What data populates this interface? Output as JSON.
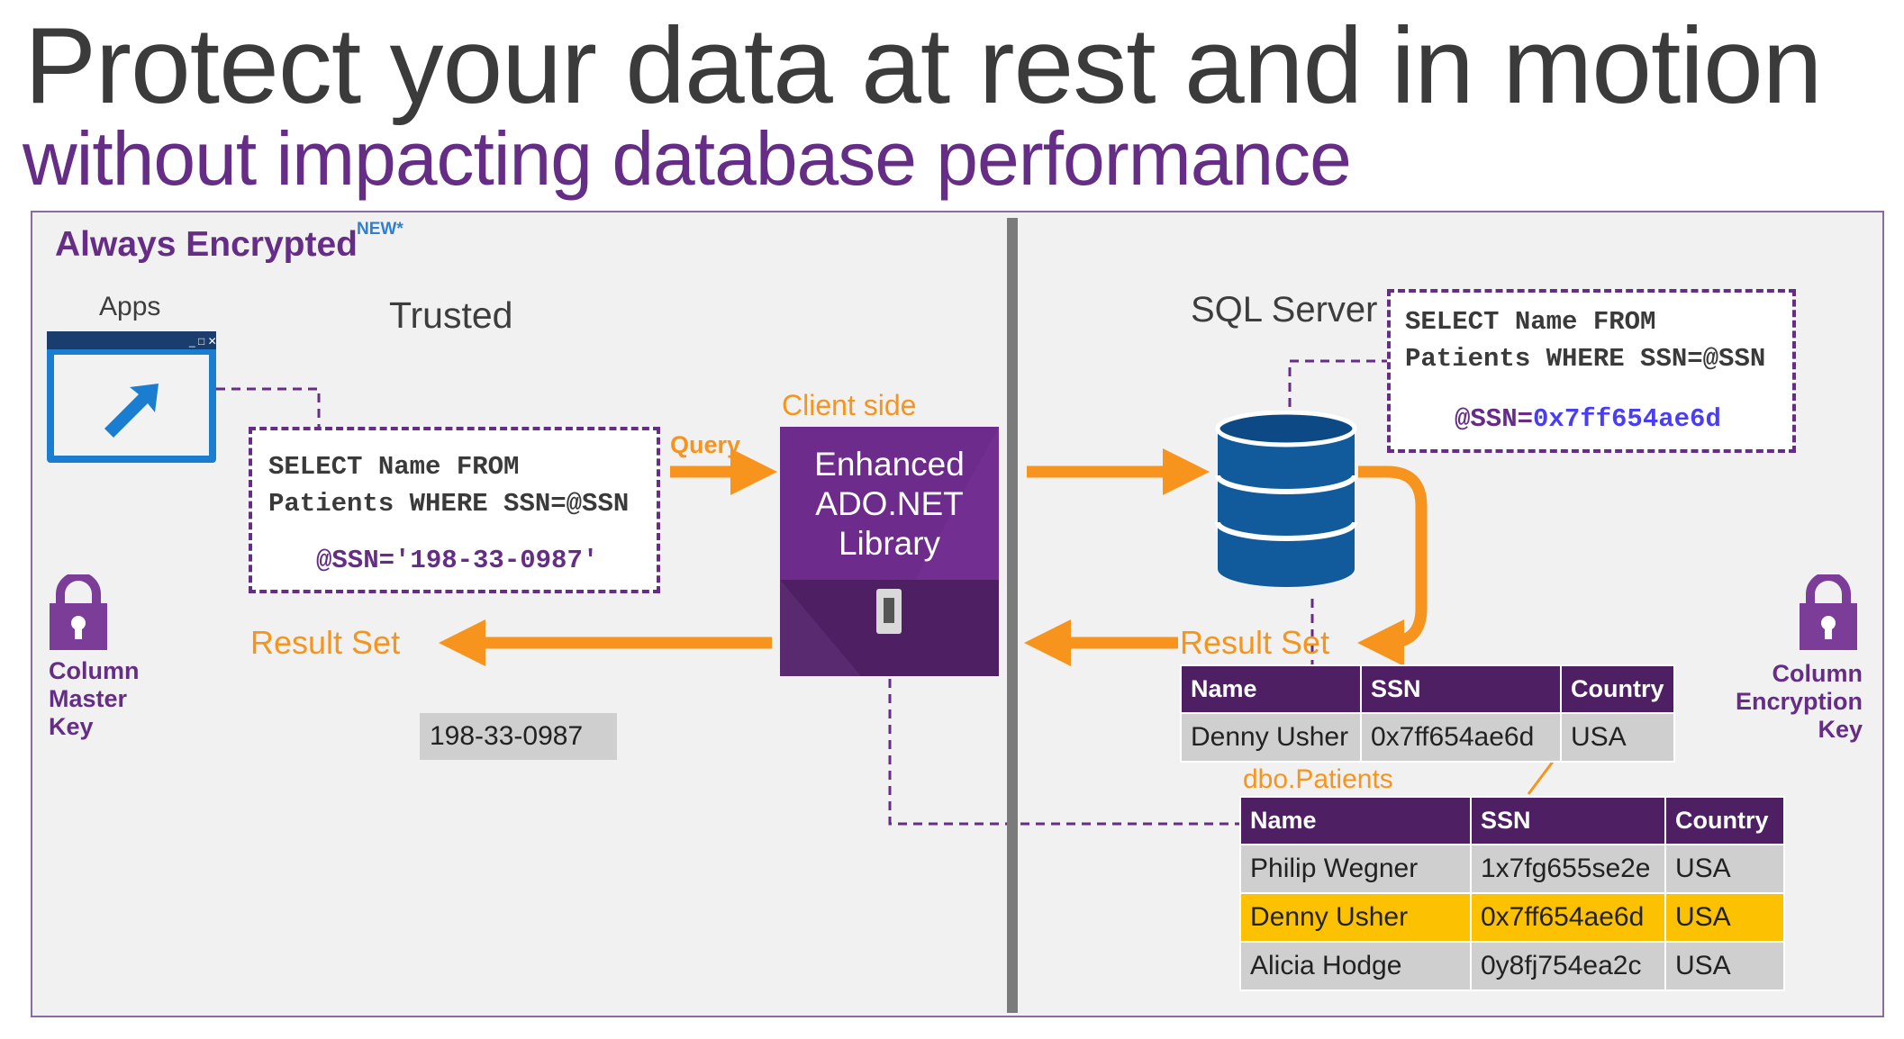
{
  "title": "Protect your data at rest and in motion",
  "subtitle": "without impacting database performance",
  "feature": {
    "name": "Always Encrypted",
    "badge": "NEW*"
  },
  "left": {
    "apps_label": "Apps",
    "trusted_label": "Trusted",
    "query_line1": "SELECT Name FROM",
    "query_line2": "Patients WHERE SSN=@SSN",
    "param": "@SSN='198-33-0987'",
    "query_label": "Query",
    "result_label": "Result Set",
    "result_value": "198-33-0987",
    "key_label": [
      "Column",
      "Master",
      "Key"
    ]
  },
  "middle": {
    "client_side_label": "Client side",
    "library": [
      "Enhanced",
      "ADO.NET",
      "Library"
    ]
  },
  "right": {
    "server_label": "SQL Server",
    "query_line1": "SELECT Name FROM",
    "query_line2": "Patients WHERE SSN=@SSN",
    "param_name": "@SSN=",
    "param_value": "0x7ff654ae6d",
    "result_label": "Result Set",
    "key_label": [
      "Column",
      "Encryption",
      "Key"
    ],
    "result_table": {
      "columns": [
        "Name",
        "SSN",
        "Country"
      ],
      "rows": [
        [
          "Denny Usher",
          "0x7ff654ae6d",
          "USA"
        ]
      ]
    },
    "patients_label": "dbo.Patients",
    "patients_table": {
      "columns": [
        "Name",
        "SSN",
        "Country"
      ],
      "rows": [
        [
          "Philip Wegner",
          "1x7fg655se2e",
          "USA"
        ],
        [
          "Denny Usher",
          "0x7ff654ae6d",
          "USA"
        ],
        [
          "Alicia Hodge",
          "0y8fj754ea2c",
          "USA"
        ]
      ],
      "highlight_row": 1
    }
  },
  "colors": {
    "purple": "#652d86",
    "orange": "#f7941d",
    "highlight": "#fcc100",
    "db_blue": "#115a9c",
    "app_blue": "#1b7dd0"
  }
}
